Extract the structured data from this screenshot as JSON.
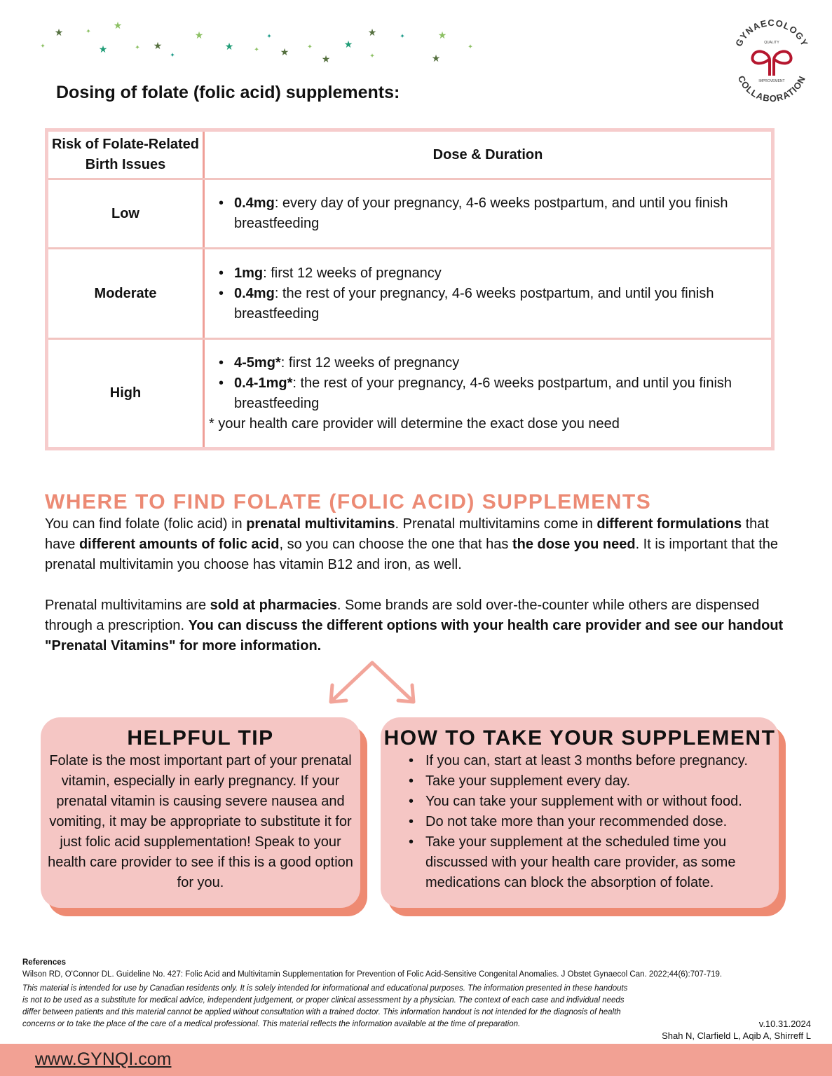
{
  "logo": {
    "top_text": "GYNAECOLOGY",
    "quality": "QUALITY",
    "improvement": "IMPROVEMENT",
    "bottom_text": "COLLABORATION",
    "color": "#b5162e"
  },
  "title": "Dosing of folate (folic acid) supplements:",
  "table": {
    "headers": [
      "Risk of Folate-Related Birth Issues",
      "Dose & Duration"
    ],
    "rows": [
      {
        "risk": "Low",
        "items": [
          {
            "b": "0.4mg",
            "t": ": every day of your pregnancy, 4-6 weeks postpartum, and until you finish breastfeeding"
          }
        ]
      },
      {
        "risk": "Moderate",
        "items": [
          {
            "b": "1mg",
            "t": ": first 12 weeks of pregnancy"
          },
          {
            "b": "0.4mg",
            "t": ": the rest of your pregnancy, 4-6 weeks postpartum, and until you finish breastfeeding"
          }
        ]
      },
      {
        "risk": "High",
        "items": [
          {
            "b": "4-5mg*",
            "t": ": first 12 weeks of pregnancy"
          },
          {
            "b": "0.4-1mg*",
            "t": ": the rest of your pregnancy, 4-6 weeks postpartum, and until you finish breastfeeding"
          }
        ],
        "note": "* your health care provider will determine the exact dose you need"
      }
    ]
  },
  "where": {
    "heading": "WHERE TO FIND FOLATE (FOLIC ACID) SUPPLEMENTS",
    "p1": [
      "You can find folate (folic acid) in ",
      "prenatal multivitamins",
      ". Prenatal multivitamins come in ",
      "different formulations",
      " that have ",
      "different amounts of folic acid",
      ", so you can choose the one that has ",
      "the dose you need",
      ". It is important that the prenatal multivitamin you choose has vitamin B12 and iron, as well."
    ],
    "p2": [
      "Prenatal multivitamins are ",
      "sold at pharmacies",
      ". Some brands are sold over-the-counter while others are dispensed through a prescription. ",
      "You can discuss the different options with your health care provider and see our handout \"Prenatal Vitamins\" for more information."
    ]
  },
  "tip": {
    "heading": "HELPFUL TIP",
    "text": "Folate is the most important part of your prenatal vitamin, especially in early pregnancy. If your prenatal vitamin is causing severe nausea and vomiting, it may be appropriate to substitute it for just folic acid supplementation! Speak to your health care provider to see if this is a good option for you."
  },
  "how": {
    "heading": "HOW TO TAKE YOUR SUPPLEMENT",
    "items": [
      "If you can, start at least 3 months before pregnancy.",
      "Take your supplement every day.",
      "You can take your supplement with or without food.",
      "Do not take more than your recommended dose.",
      "Take your supplement at the scheduled time you discussed with your health care provider, as some medications can block the absorption of folate."
    ]
  },
  "references": {
    "heading": "References",
    "citation": "Wilson RD, O'Connor DL. Guideline No. 427: Folic Acid and Multivitamin Supplementation for Prevention of Folic Acid-Sensitive Congenital Anomalies. J Obstet Gynaecol Can. 2022;44(6):707-719."
  },
  "disclaimer": "This material is intended for use by Canadian residents only. It is solely intended for informational and educational purposes. The information presented in these handouts is not to be used as a substitute for medical advice, independent judgement, or proper clinical assessment by a physician. The context of each case and individual needs differ between patients and this material cannot be applied without consultation with a trained doctor. This information handout is not intended for the diagnosis of health concerns or to take the place of the care of a medical professional. This material reflects the information available at the time of preparation.",
  "version": "v.10.31.2024",
  "authors": "Shah N, Clarfield L, Aqib A, Shirreff L",
  "footer": {
    "link": "www.GYNQI.com"
  },
  "colors": {
    "accent": "#ec8a74",
    "box": "#f5c6c4",
    "box_shadow": "#ee8a72",
    "footer": "#f2a194",
    "table_border": "#f6cccc"
  }
}
